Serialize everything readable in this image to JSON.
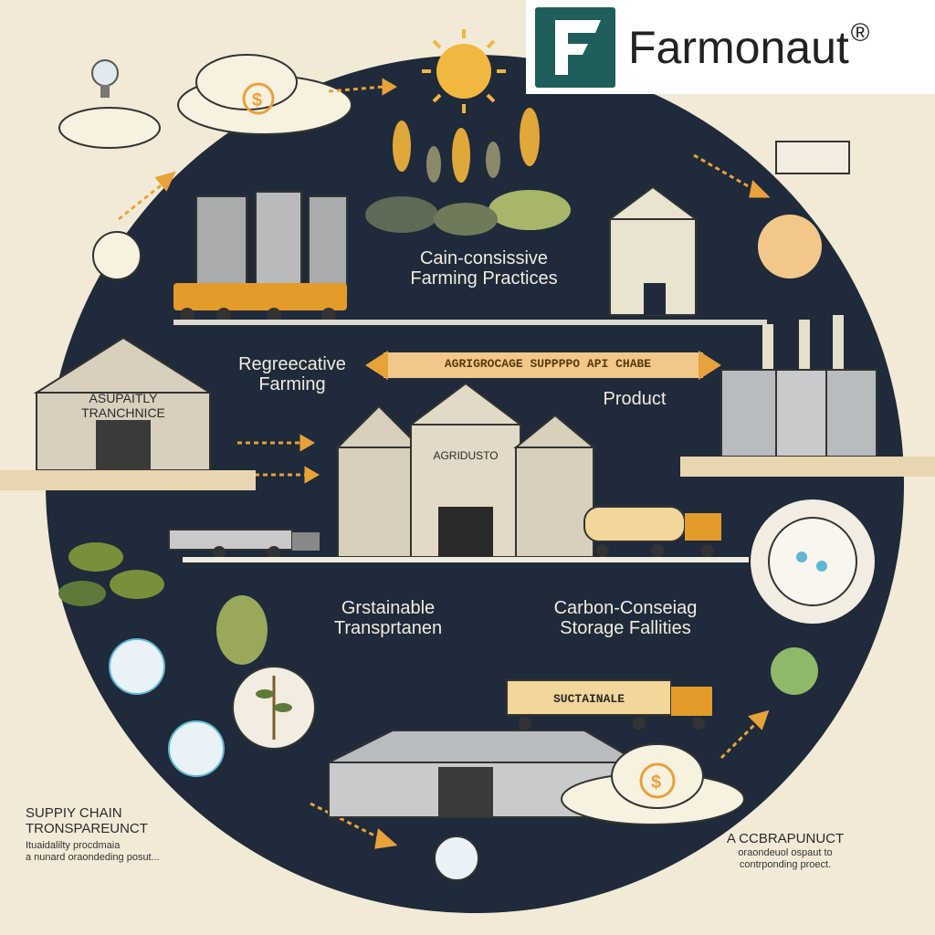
{
  "brand": {
    "name": "Farmonaut",
    "registered": "®",
    "mark_color": "#1f5e5a"
  },
  "labels": {
    "practices": [
      "Cain-consissive",
      "Farming Practices"
    ],
    "regenerative": [
      "Regreecative",
      "Farming"
    ],
    "banner": "AGRIGROCAGE SUPPPPO API CHABE",
    "product": "Product",
    "agribusiness": "AGRIDUSTO",
    "warehouse": [
      "ASUPAITLY",
      "TRANCHNICE"
    ],
    "transport": [
      "Grstainable",
      "Transprtanen"
    ],
    "storage": [
      "Carbon-Conseiag",
      "Storage Fallities"
    ],
    "truck_sign": "SUCTAINALE",
    "supply_chain": [
      "SUPPIY CHAIN",
      "TRONSPAREUNCT"
    ],
    "supply_chain_sub": [
      "Ituaidalilty procdmaia",
      "a nunard oraondeding posut..."
    ],
    "byproduct": "A CCBRAPUNUCT",
    "byproduct_sub": [
      "oraondeuol ospaut to",
      "contrponding proect."
    ]
  },
  "colors": {
    "background": "#f2ead6",
    "circle": "#1f2a3a",
    "accent": "#e8a23a",
    "sun": "#f2b740",
    "leaf": "#7a8f3a",
    "building": "#d8d0bc",
    "silo": "#a9abad",
    "truck": "#e39b2a",
    "cloud": "#f7f1df"
  },
  "icons": [
    "sun-icon",
    "wheat-icon",
    "cloud-dollar-icon",
    "silo-icon",
    "tractor-icon",
    "barn-icon",
    "factory-icon",
    "truck-icon",
    "gear-icon",
    "leaf-icon",
    "globe-icon",
    "dollar-icon",
    "recycle-icon",
    "lightbulb-icon"
  ]
}
